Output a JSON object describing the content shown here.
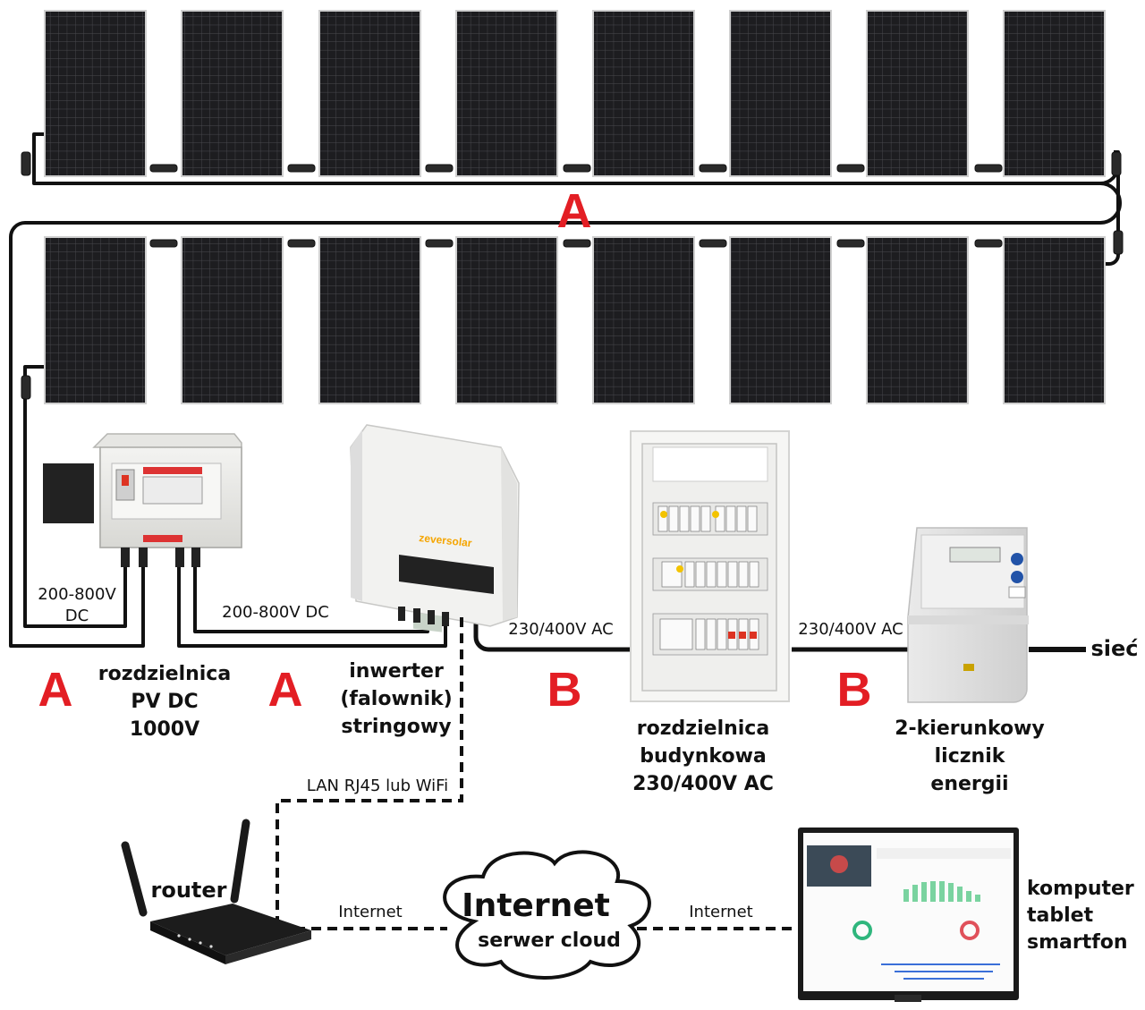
{
  "colors": {
    "accent_red": "#e31e24",
    "panel_cell": "#1b1b1d",
    "panel_frame": "#cfcfcf",
    "cable": "#111111",
    "inverter_brand": "#f5a500"
  },
  "labels": {
    "string_top": "A",
    "string_left": "A",
    "string_mid": "A",
    "ac_left": "B",
    "ac_right": "B",
    "dc_volt_left_1": "200-800V",
    "dc_volt_left_2": "DC",
    "dc_volt_mid": "200-800V DC",
    "ac_volt_left": "230/400V AC",
    "ac_volt_right": "230/400V AC",
    "grid": "sieć",
    "lan": "LAN RJ45 lub WiFi",
    "internet_left": "Internet",
    "internet_right": "Internet"
  },
  "devices": {
    "dc_box": [
      "rozdzielnica",
      "PV DC",
      "1000V"
    ],
    "inverter": [
      "inwerter",
      "(falownik)",
      "stringowy"
    ],
    "building_box": [
      "rozdzielnica",
      "budynkowa",
      "230/400V AC"
    ],
    "meter": [
      "2-kierunkowy",
      "licznik",
      "energii"
    ],
    "router": "router",
    "cloud_title": "Internet",
    "cloud_sub": "serwer cloud",
    "clients": [
      "komputer",
      "tablet",
      "smartfon"
    ],
    "inverter_brand": "zeversolar"
  },
  "icons": [
    "solar-panel-icon",
    "dc-combiner-box-icon",
    "inverter-icon",
    "distribution-board-icon",
    "energy-meter-icon",
    "router-icon",
    "cloud-icon",
    "monitor-icon"
  ]
}
